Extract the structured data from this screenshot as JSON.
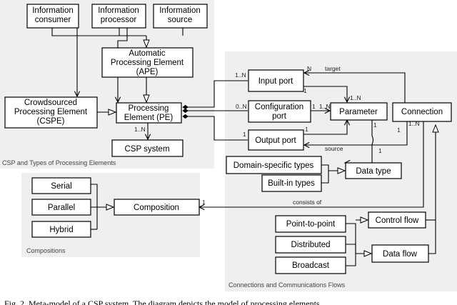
{
  "colors": {
    "group_bg": "#efefef",
    "stroke": "#000000",
    "box_fill": "#ffffff"
  },
  "groups": {
    "csp": "CSP and Types of Processing Elements",
    "conn": "Connections and Communications Flows",
    "comp": "Compositions"
  },
  "boxes": {
    "info_consumer": [
      "Information",
      "consumer"
    ],
    "info_processor": [
      "Information",
      "processor"
    ],
    "info_source": [
      "Information",
      "source"
    ],
    "ape": [
      "Automatic",
      "Processing Element",
      "(APE)"
    ],
    "cspe": [
      "Crowdsourced",
      "Processing Element",
      "(CSPE)"
    ],
    "pe": [
      "Processing",
      "Element (PE)"
    ],
    "csp_system": [
      "CSP system"
    ],
    "input_port": [
      "Input port"
    ],
    "config_port": [
      "Configuration",
      "port"
    ],
    "output_port": [
      "Output port"
    ],
    "parameter": [
      "Parameter"
    ],
    "connection": [
      "Connection"
    ],
    "domain_types": [
      "Domain-specific types"
    ],
    "builtin_types": [
      "Built-in types"
    ],
    "data_type": [
      "Data type"
    ],
    "serial": [
      "Serial"
    ],
    "parallel": [
      "Parallel"
    ],
    "hybrid": [
      "Hybrid"
    ],
    "composition": [
      "Composition"
    ],
    "p2p": [
      "Point-to-point"
    ],
    "distributed": [
      "Distributed"
    ],
    "broadcast": [
      "Broadcast"
    ],
    "control_flow": [
      "Control flow"
    ],
    "data_flow": [
      "Data flow"
    ]
  },
  "edge_labels": {
    "pe_csp_mult": "1..N",
    "input_mult_left": "1..N",
    "input_mult_right": "N",
    "target": "target",
    "input_one": "1",
    "param_mult_top": "1..N",
    "config_mult_left": "0..N",
    "config_one": "1",
    "param_config_mult": "1..N",
    "output_one_left": "1",
    "output_one_right": "1",
    "source": "source",
    "param_one": "1",
    "datatype_one": "1",
    "conn_mult": "1..N",
    "conn_one": "1",
    "consists_of": "consists of",
    "comp_one": "1"
  },
  "caption": "Fig. 2. Meta-model of a CSP system. The diagram depicts the model of processing elements"
}
